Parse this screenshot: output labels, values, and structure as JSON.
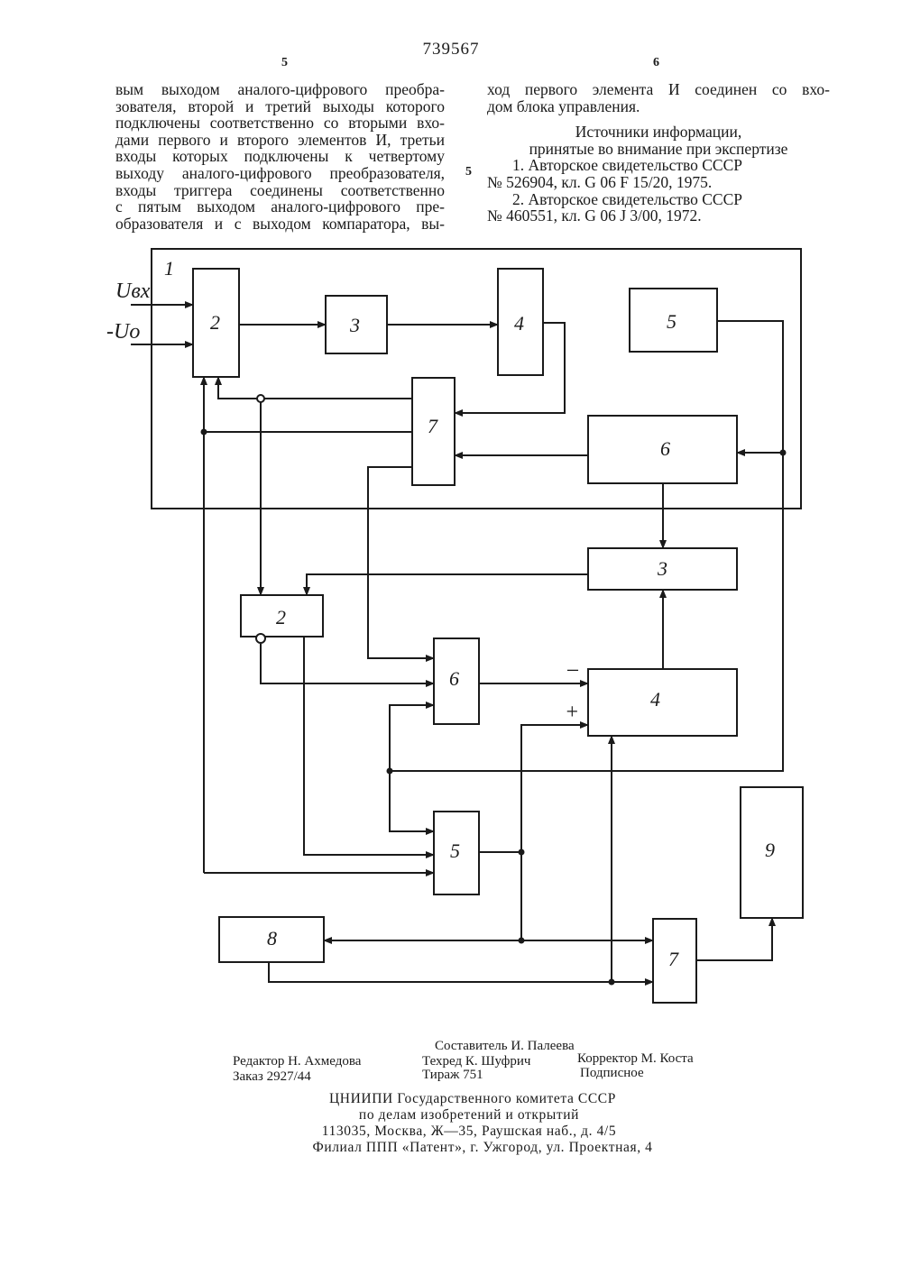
{
  "header": {
    "patent_number": "739567",
    "col_left_number": "5",
    "col_right_number": "6",
    "margin_line_number": "5"
  },
  "left_column": [
    "вым выходом аналого-цифрового преобра-",
    "зователя, второй и третий выходы которого",
    "подключены соответственно со вторыми вхо-",
    "дами первого и второго элементов И, третьи",
    "входы которых подключены к четвертому",
    "выходу аналого-цифрового преобразователя,",
    "входы триггера соединены соответственно",
    "с пятым выходом аналого-цифрового пре-",
    "образователя и с выходом компаратора, вы-"
  ],
  "right_column": {
    "text_line1": "ход первого элемента И соединен со вхо-",
    "text_line2": "дом блока управления.",
    "sources_title": "Источники информации,",
    "sources_subtitle": "принятые во внимание при экспертизе",
    "ref1_line1": "1. Авторское свидетельство СССР",
    "ref1_line2": "№ 526904, кл. G 06 F 15/20, 1975.",
    "ref2_line1": "2. Авторское свидетельство СССР",
    "ref2_line2": "№ 460551, кл. G 06 J 3/00, 1972."
  },
  "diagram": {
    "outer_label": "1",
    "input_vx": "Uвx",
    "input_v0": "-Uo",
    "inner_blocks": [
      "2",
      "3",
      "4",
      "5",
      "6",
      "7"
    ],
    "lower_blocks": [
      "3",
      "2",
      "6",
      "4",
      "5",
      "9",
      "8",
      "7"
    ],
    "minus_sign": "−",
    "plus_sign": "+"
  },
  "footer": {
    "compiler": "Составитель И. Палеева",
    "editor": "Редактор Н. Ахмедова",
    "techred": "Техред К. Шуфрич",
    "corrector": "Корректор М. Коста",
    "order": "Заказ 2927/44",
    "circulation": "Тираж 751",
    "subscription": "Подписное",
    "imprint_line1": "ЦНИИПИ Государственного комитета СССР",
    "imprint_line2": "по делам изобретений и открытий",
    "imprint_line3": "113035, Москва, Ж—35, Раушская наб., д. 4/5",
    "imprint_line4": "Филиал ППП «Патент», г. Ужгород, ул. Проектная, 4"
  }
}
